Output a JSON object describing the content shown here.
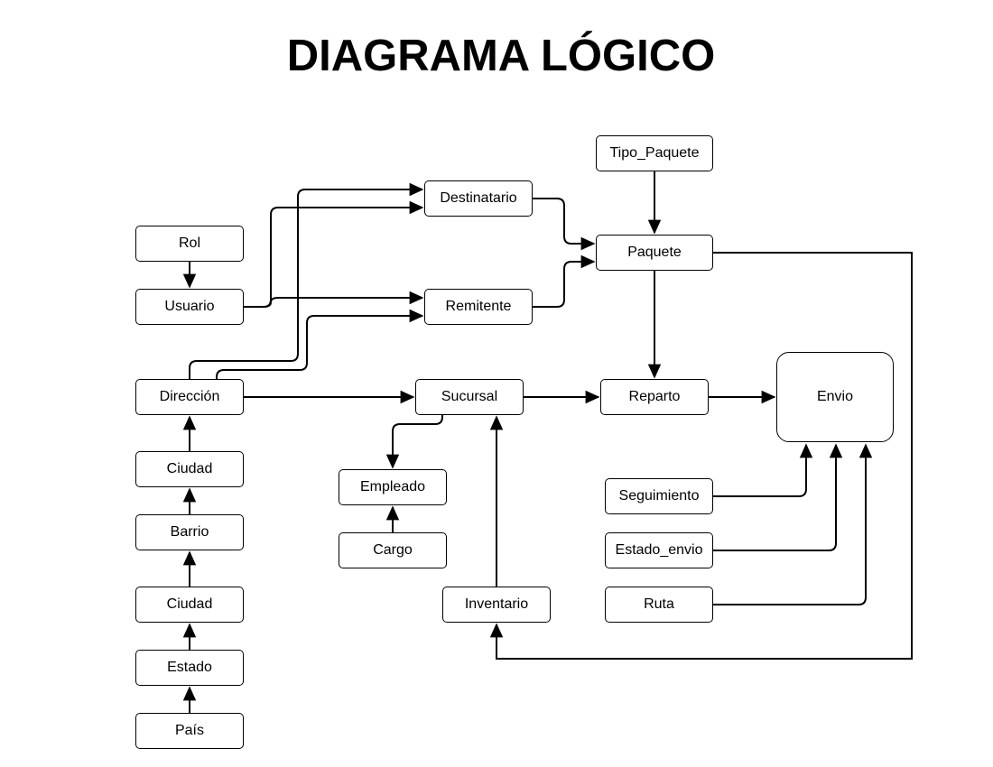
{
  "title": "DIAGRAMA LÓGICO",
  "nodes": {
    "tipo_paquete": "Tipo_Paquete",
    "destinatario": "Destinatario",
    "paquete": "Paquete",
    "rol": "Rol",
    "usuario": "Usuario",
    "remitente": "Remitente",
    "direccion": "Dirección",
    "sucursal": "Sucursal",
    "reparto": "Reparto",
    "envio": "Envio",
    "empleado": "Empleado",
    "cargo": "Cargo",
    "seguimiento": "Seguimiento",
    "estado_envio": "Estado_envio",
    "ruta": "Ruta",
    "inventario": "Inventario",
    "ciudad_1": "Ciudad",
    "barrio": "Barrio",
    "ciudad_2": "Ciudad",
    "estado": "Estado",
    "pais": "País"
  }
}
